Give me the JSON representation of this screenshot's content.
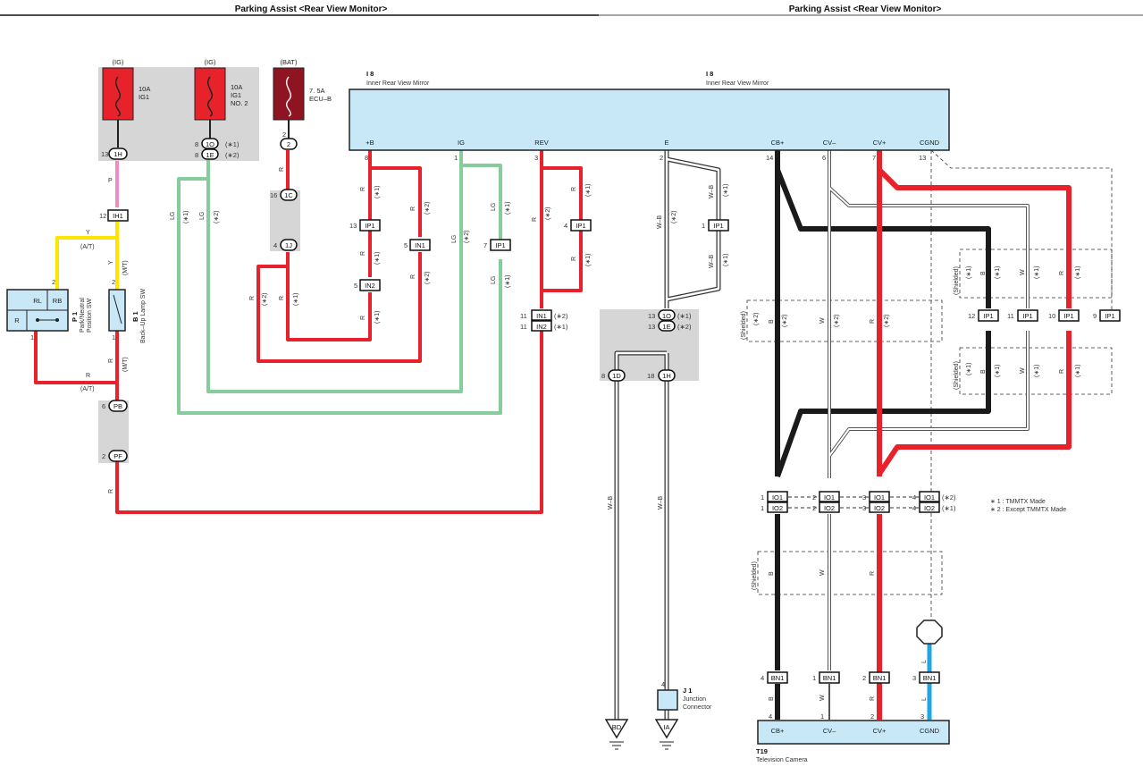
{
  "header": {
    "left_title": "Parking Assist <Rear View Monitor>",
    "right_title": "Parking Assist <Rear View Monitor>"
  },
  "fuses": [
    {
      "source": "(IG)",
      "rating": "10A",
      "name1": "IG1",
      "name2": ""
    },
    {
      "source": "(IG)",
      "rating": "10A",
      "name1": "IG1",
      "name2": "NO. 2"
    },
    {
      "source": "(BAT)",
      "rating": "7. 5A",
      "name1": "ECU–B",
      "name2": ""
    }
  ],
  "components": {
    "mirror_id_left": "I 8",
    "mirror_name_left": "Inner Rear View Mirror",
    "mirror_id_right": "I 8",
    "mirror_name_right": "Inner Rear View Mirror",
    "mirror_pins": [
      "+B",
      "IG",
      "REV",
      "E",
      "CB+",
      "CV–",
      "CV+",
      "CGND"
    ],
    "mirror_pin_nums": [
      "8",
      "1",
      "3",
      "2",
      "14",
      "6",
      "7",
      "13"
    ],
    "p1_id": "P 1",
    "p1_name1": "Park/Neutral",
    "p1_name2": "Position SW",
    "p1_cells": [
      "RL",
      "RB",
      "R"
    ],
    "b1_id": "B 1",
    "b1_name": "Back–Up Lamp SW",
    "j1_id": "J 1",
    "j1_name1": "Junction",
    "j1_name2": "Connector",
    "t19_id": "T19",
    "t19_name": "Television Camera",
    "t19_pins": [
      "CB+",
      "CV–",
      "CV+",
      "CGND"
    ],
    "t19_pin_nums": [
      "4",
      "1",
      "2",
      "3"
    ]
  },
  "connectors": {
    "c1H": "1H",
    "cIH1": "IH1",
    "c1O": "1O",
    "c1E": "1E",
    "c2": "2",
    "c1C": "1C",
    "c1J": "1J",
    "cIP1": "IP1",
    "cIN1": "IN1",
    "cIN2": "IN2",
    "cPB": "PB",
    "cPF": "PF",
    "c1D": "1D",
    "cIO1": "IO1",
    "cIO2": "IO2",
    "cBN1": "BN1",
    "gBD": "BD",
    "gIA": "IA"
  },
  "pins": {
    "p13": "13",
    "p12": "12",
    "p8": "8",
    "p2": "2",
    "p16": "16",
    "p4": "4",
    "p5": "5",
    "p7": "7",
    "p11": "11",
    "p6": "6",
    "p1": "1",
    "p3": "3",
    "p18": "18",
    "p10": "10",
    "p9": "9"
  },
  "wires": {
    "R": "R",
    "P": "P",
    "Y": "Y",
    "LG": "LG",
    "WB": "W–B",
    "B": "B",
    "W": "W",
    "L": "L",
    "AT": "(A/T)",
    "MT": "(M/T)"
  },
  "notes": {
    "n1": "(∗1)",
    "n2": "(∗2)",
    "shielded": "(Shielded)",
    "legend1": "∗ 1 : TMMTX Made",
    "legend2": "∗ 2 : Except TMMTX Made"
  },
  "colors": {
    "red": "#e8222b",
    "pink": "#f08cc4",
    "yellow": "#fde500",
    "green": "#86cc9d",
    "blue": "#21a7e0",
    "black": "#1a1a1a",
    "fuse_red": "#e8222b",
    "fuse_dark": "#8d1420",
    "mirror_fill": "#c9e8f7",
    "grey_zone": "#d6d6d6"
  }
}
